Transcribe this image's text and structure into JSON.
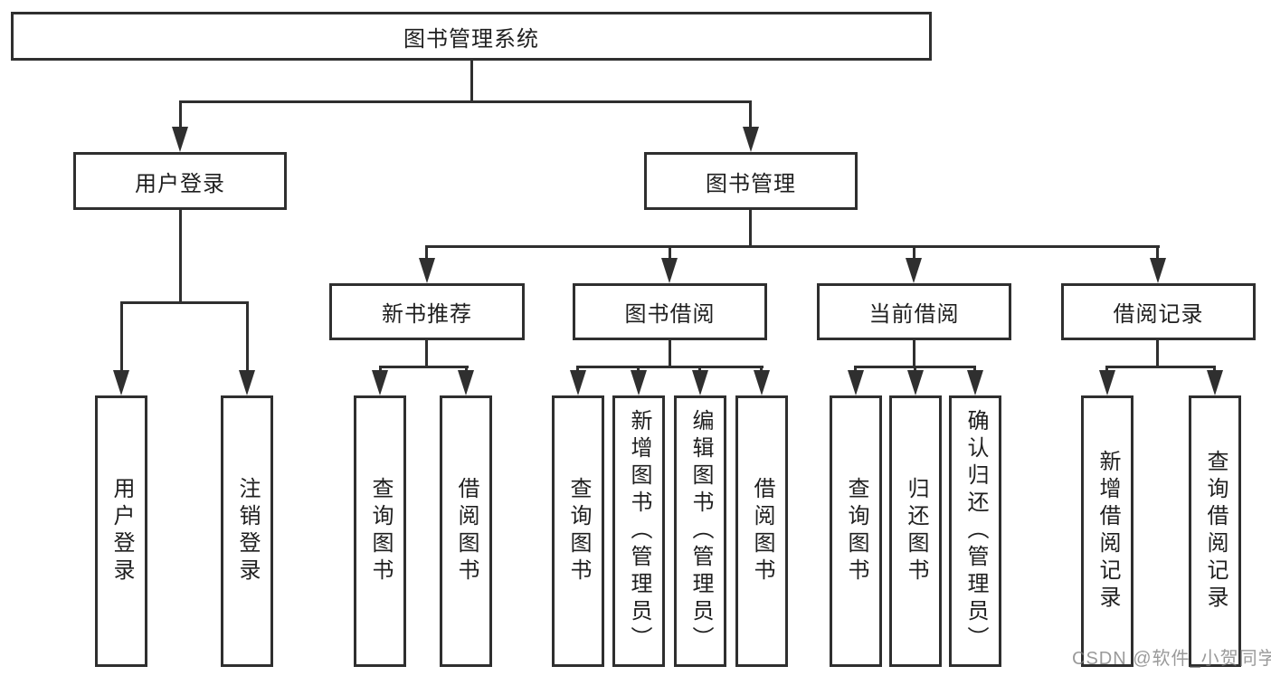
{
  "diagram": {
    "line_color": "#2f2f2f",
    "background": "#ffffff",
    "text_color": "#1f1f1f",
    "tree": {
      "label": "图书管理系统",
      "children": [
        {
          "label": "用户登录",
          "children": [
            {
              "label": "用户登录"
            },
            {
              "label": "注销登录"
            }
          ]
        },
        {
          "label": "图书管理",
          "children": [
            {
              "label": "新书推荐",
              "children": [
                {
                  "label": "查询图书"
                },
                {
                  "label": "借阅图书"
                }
              ]
            },
            {
              "label": "图书借阅",
              "children": [
                {
                  "label": "查询图书"
                },
                {
                  "label": "新增图书（管理员）"
                },
                {
                  "label": "编辑图书（管理员）"
                },
                {
                  "label": "借阅图书"
                }
              ]
            },
            {
              "label": "当前借阅",
              "children": [
                {
                  "label": "查询图书"
                },
                {
                  "label": "归还图书"
                },
                {
                  "label": "确认归还（管理员）"
                }
              ]
            },
            {
              "label": "借阅记录",
              "children": [
                {
                  "label": "新增借阅记录"
                },
                {
                  "label": "查询借阅记录"
                }
              ]
            }
          ]
        }
      ]
    }
  },
  "watermark": {
    "text": "CSDN @软件_小贺同学"
  }
}
